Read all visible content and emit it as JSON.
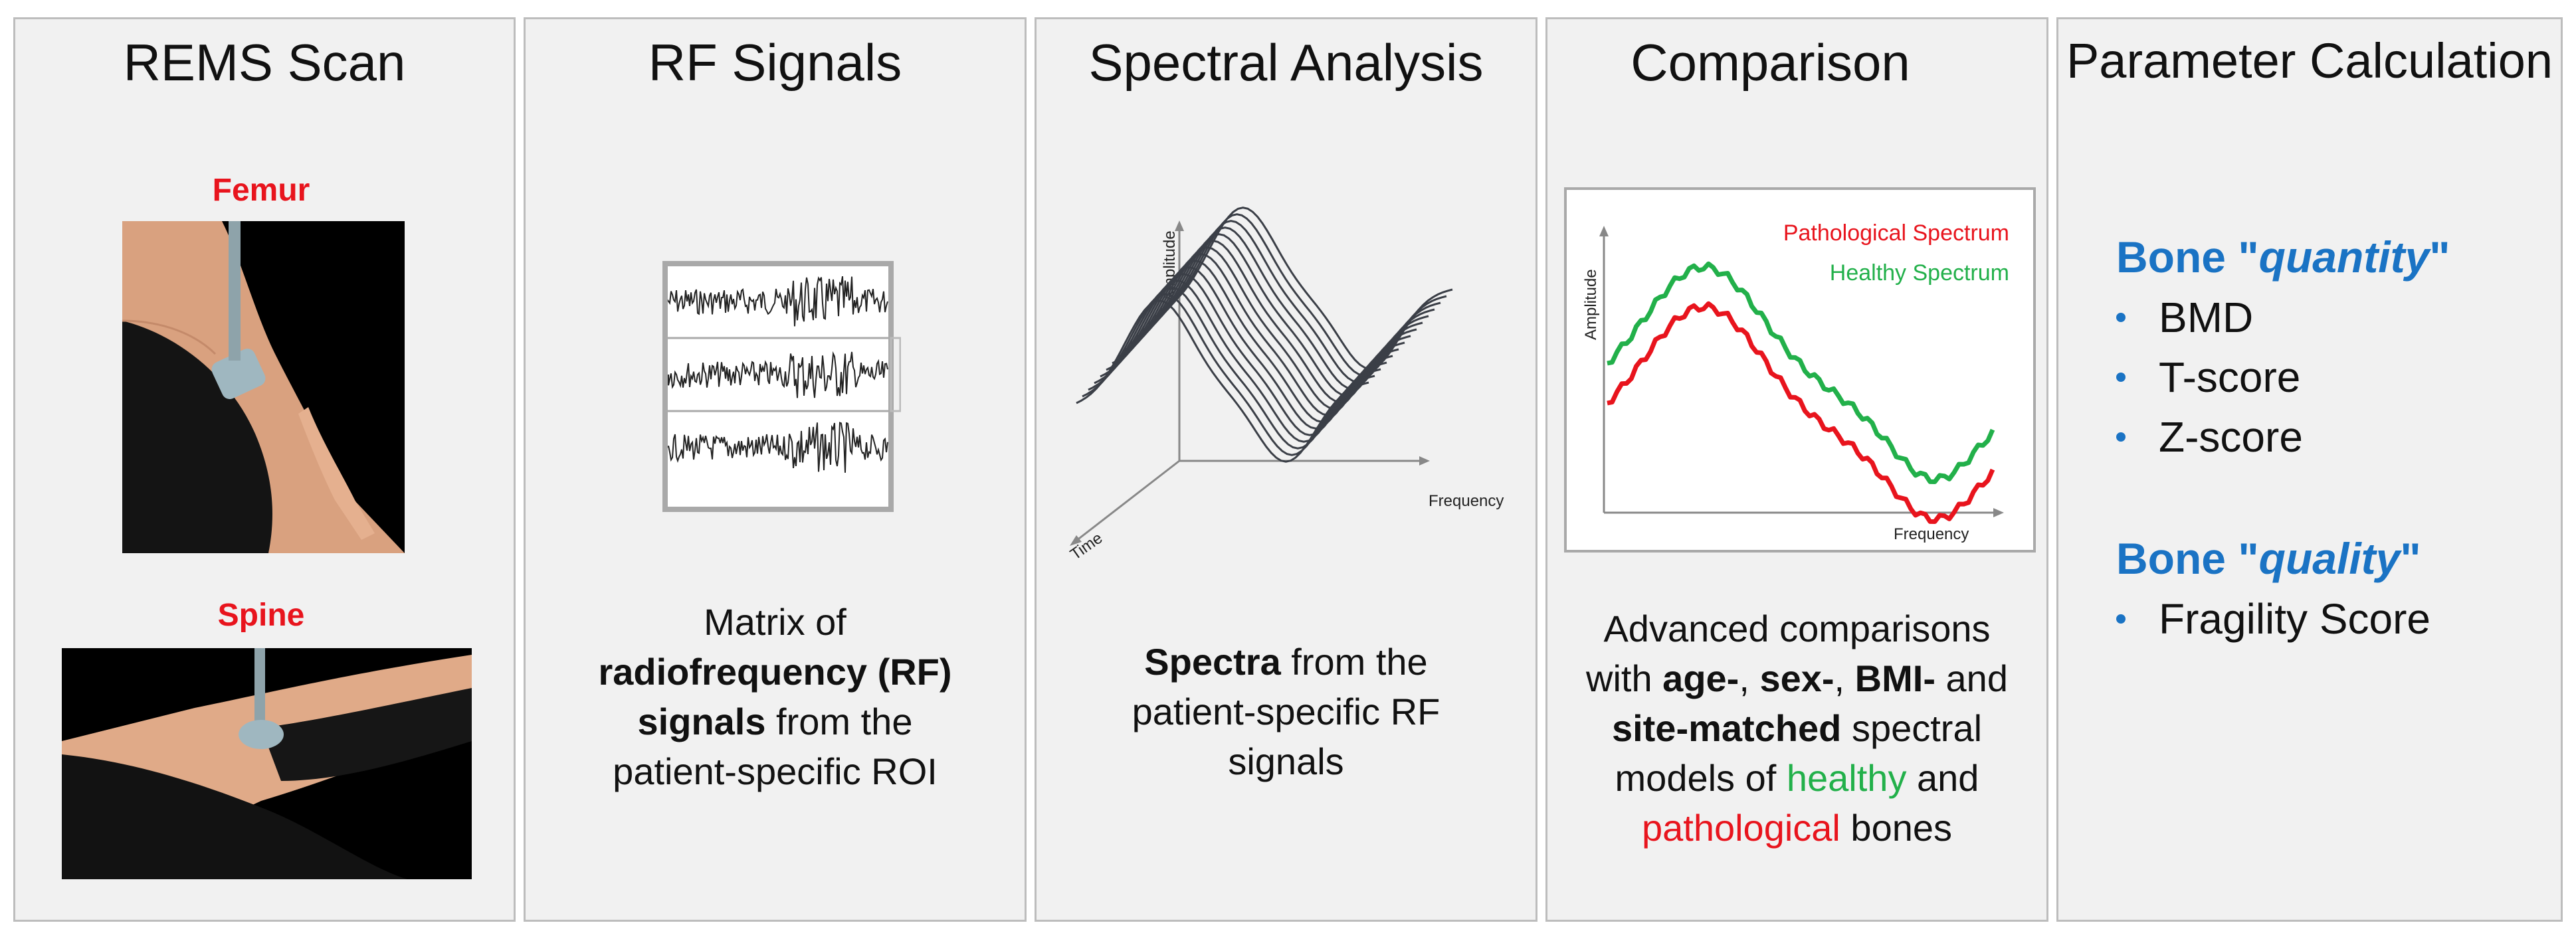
{
  "panels": [
    {
      "title": "REMS Scan",
      "femur_label": "Femur",
      "spine_label": "Spine"
    },
    {
      "title": "RF Signals",
      "caption": {
        "l1": "Matrix of",
        "l2": "radiofrequency (RF)",
        "l3a": "signals",
        "l3b": " from the",
        "l4": "patient-specific ROI"
      }
    },
    {
      "title": "Spectral Analysis",
      "axis_amplitude": "Amplitude",
      "axis_time": "Time",
      "axis_frequency": "Frequency",
      "caption": {
        "l1a": "Spectra",
        "l1b": " from the",
        "l2": "patient-specific RF",
        "l3": "signals"
      }
    },
    {
      "title": "Comparison",
      "legend_pathological": "Pathological Spectrum",
      "legend_healthy": "Healthy Spectrum",
      "axis_amplitude": "Amplitude",
      "axis_frequency": "Frequency",
      "caption": {
        "l1": "Advanced comparisons",
        "l2a": "with ",
        "l2b": "age-",
        "l2c": ", ",
        "l2d": "sex-",
        "l2e": ", ",
        "l2f": "BMI-",
        "l2g": " and",
        "l3a": "site-matched",
        "l3b": " spectral",
        "l4a": "models of ",
        "l4b": "healthy",
        "l4c": " and",
        "l5a": "pathological",
        "l5b": " bones"
      }
    },
    {
      "title": "Parameter Calculation",
      "quantity_head_a": "Bone \"",
      "quantity_head_b": "quantity",
      "quantity_head_c": "\"",
      "quantity_items": [
        "BMD",
        "T-score",
        "Z-score"
      ],
      "quality_head_a": "Bone \"",
      "quality_head_b": "quality",
      "quality_head_c": "\"",
      "quality_items": [
        "Fragility Score"
      ]
    }
  ],
  "colors": {
    "pathological": "#e8141d",
    "healthy": "#22b04a",
    "accent": "#1a73c4"
  }
}
